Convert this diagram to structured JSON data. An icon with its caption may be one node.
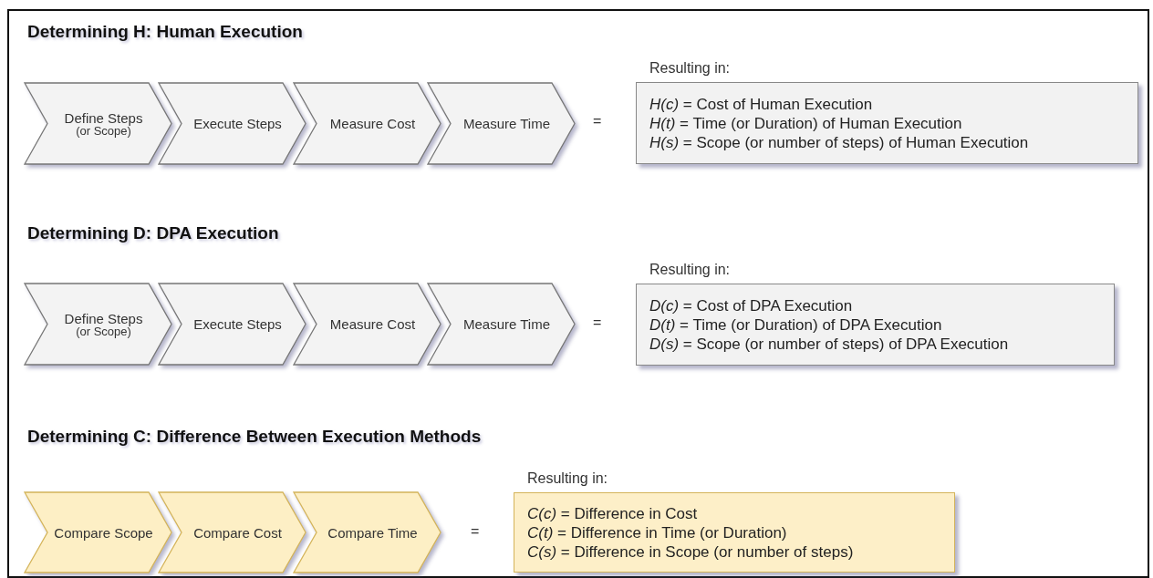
{
  "diagram": {
    "nodes": [
      {
        "text": [
          "Define Steps",
          "(or Scope)"
        ]
      },
      {
        "text": [
          "Execute Steps"
        ]
      },
      {
        "text": [
          "Measure Cost"
        ]
      },
      {
        "text": [
          "Measure Time"
        ]
      },
      {
        "text": [
          "Resulting in:",
          "*H(c)* = Cost of Human Execution",
          "*H(t)* = Time (or Duration) of Human Execution",
          "*H(s)* = Scope (or number of steps) of Human Execution"
        ]
      },
      {
        "text": [
          "Define Steps",
          "(or Scope)"
        ]
      },
      {
        "text": [
          "Execute Steps"
        ]
      },
      {
        "text": [
          "Measure Cost"
        ]
      },
      {
        "text": [
          "Measure Time"
        ]
      },
      {
        "text": [
          "Resulting in:",
          "*D(c)* = Cost of DPA Execution",
          "*D(t)* = Time (or Duration) of DPA Execution",
          "*D(s)* = Scope (or number of steps) of DPA Execution"
        ]
      },
      {
        "text": [
          "Compare Scope"
        ]
      },
      {
        "text": [
          "Compare Cost"
        ]
      },
      {
        "text": [
          "Compare Time"
        ]
      },
      {
        "text": [
          "Resulting in:",
          "*C(c)* = Difference in Cost",
          "*C(t)* = Difference in Time (or Duration)",
          "*C(s)* = Difference in Scope (or number of steps)"
        ]
      }
    ],
    "edges": [],
    "labels": [
      "Determining H: Human Execution",
      "=",
      "Determining D: DPA Execution",
      "=",
      "Determining C: Difference Between Execution Methods",
      "="
    ]
  }
}
